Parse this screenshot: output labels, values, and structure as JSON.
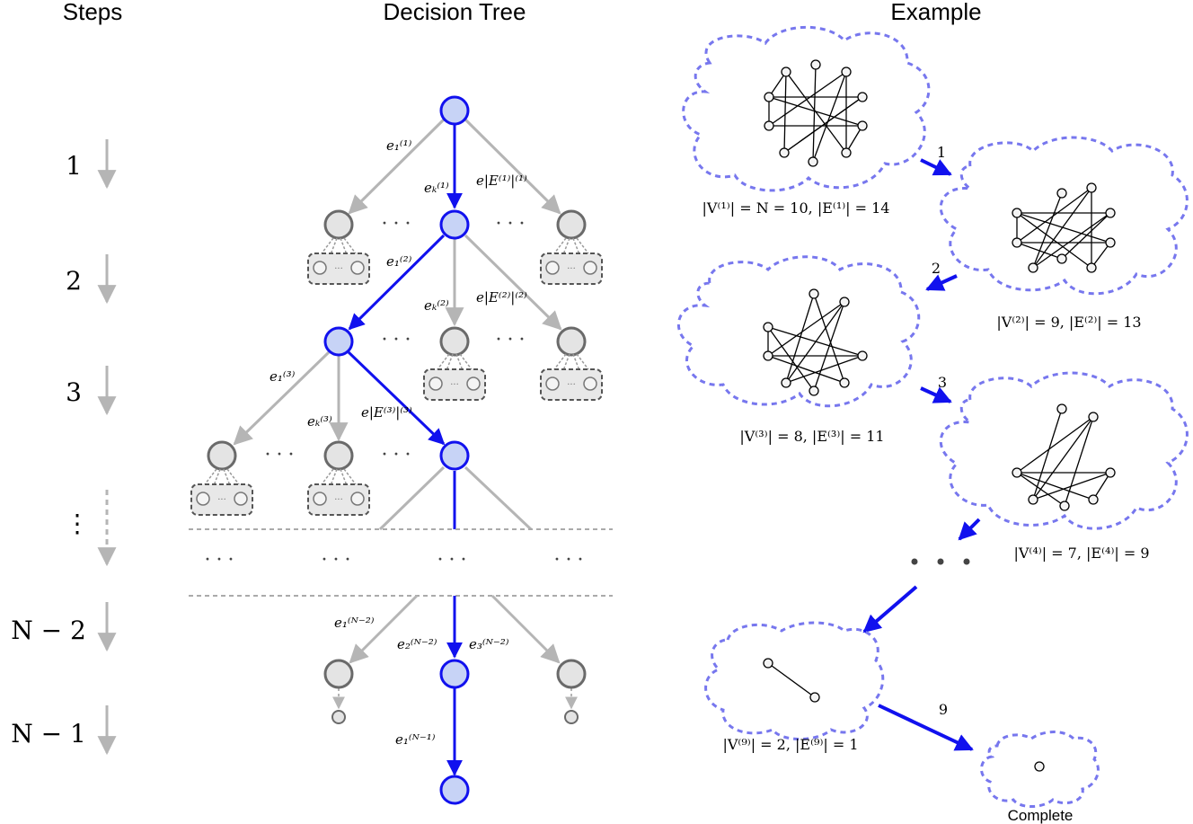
{
  "headers": {
    "steps": "Steps",
    "tree": "Decision Tree",
    "example": "Example"
  },
  "steps": [
    "1",
    "2",
    "3",
    "⋮",
    "N − 2",
    "N − 1"
  ],
  "edge_labels": {
    "e1_1": "e₁⁽¹⁾",
    "ek_1": "eₖ⁽¹⁾",
    "eE_1": "e|E⁽¹⁾|⁽¹⁾",
    "e1_2": "e₁⁽²⁾",
    "ek_2": "eₖ⁽²⁾",
    "eE_2": "e|E⁽²⁾|⁽²⁾",
    "e1_3": "e₁⁽³⁾",
    "ek_3": "eₖ⁽³⁾",
    "eE_3": "e|E⁽³⁾|⁽³⁾",
    "e1_n2": "e₁⁽ᴺ⁻²⁾",
    "e2_n2": "e₂⁽ᴺ⁻²⁾",
    "e3_n2": "e₃⁽ᴺ⁻²⁾",
    "e1_n1": "e₁⁽ᴺ⁻¹⁾"
  },
  "graph_captions": {
    "g1": "|V⁽¹⁾| = N = 10,   |E⁽¹⁾| = 14",
    "g2": "|V⁽²⁾| = 9,   |E⁽²⁾| = 13",
    "g3": "|V⁽³⁾| = 8,   |E⁽³⁾| = 11",
    "g4": "|V⁽⁴⁾| = 7,   |E⁽⁴⁾| = 9",
    "g9": "|V⁽⁹⁾| = 2,   |E⁽⁹⁾| = 1",
    "complete": "Complete"
  },
  "transition_labels": [
    "1",
    "2",
    "3",
    "9"
  ],
  "colors": {
    "blue": "#1111ee",
    "blue_fill": "#c7d3f6",
    "cloud": "#7777ee",
    "gray_edge": "#b5b5b5",
    "gray_node": "#6a6a6a",
    "gray_fill": "#e4e4e4"
  }
}
